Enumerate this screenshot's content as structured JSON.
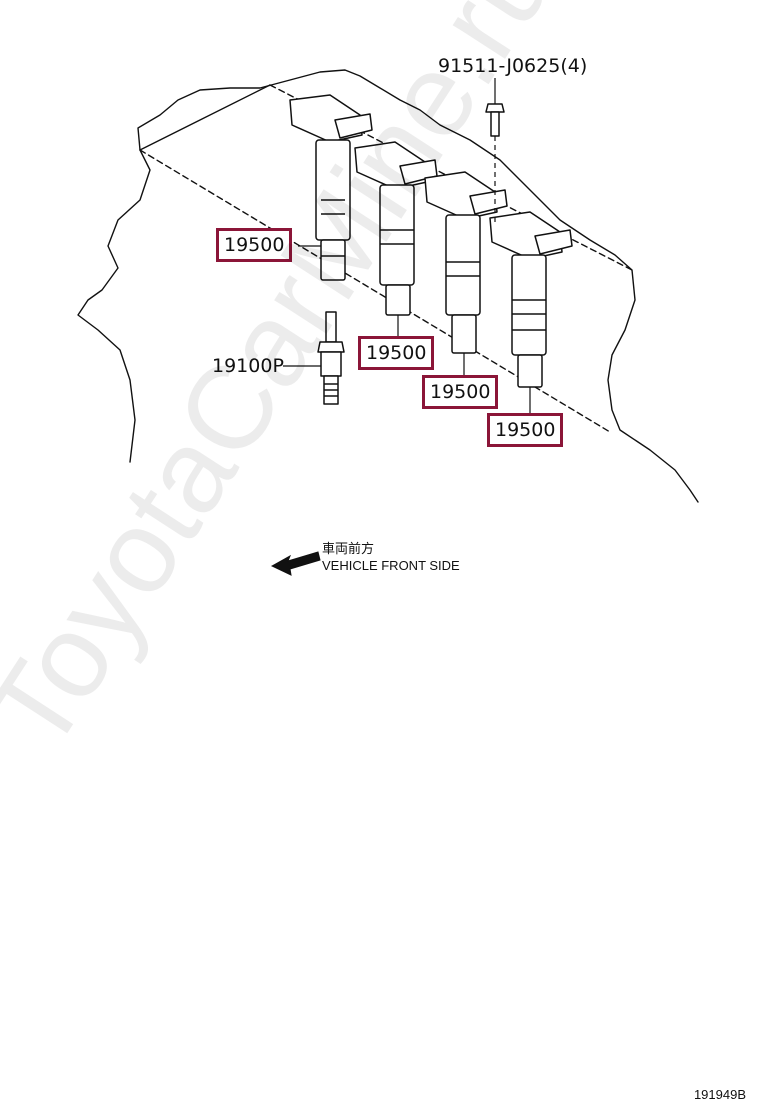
{
  "callouts": {
    "bolt": "91511-J0625(4)",
    "coil_1": "19500",
    "coil_2": "19500",
    "coil_3": "19500",
    "coil_4": "19500",
    "spark_plug": "19100P"
  },
  "direction": {
    "japanese": "車両前方",
    "english": "VEHICLE FRONT SIDE",
    "icon": "arrow-left-icon"
  },
  "watermark": "ToyotaCarMine.ru",
  "illustration_number": "191949B",
  "colors": {
    "callout_border": "#8b1538",
    "line": "#111111"
  }
}
